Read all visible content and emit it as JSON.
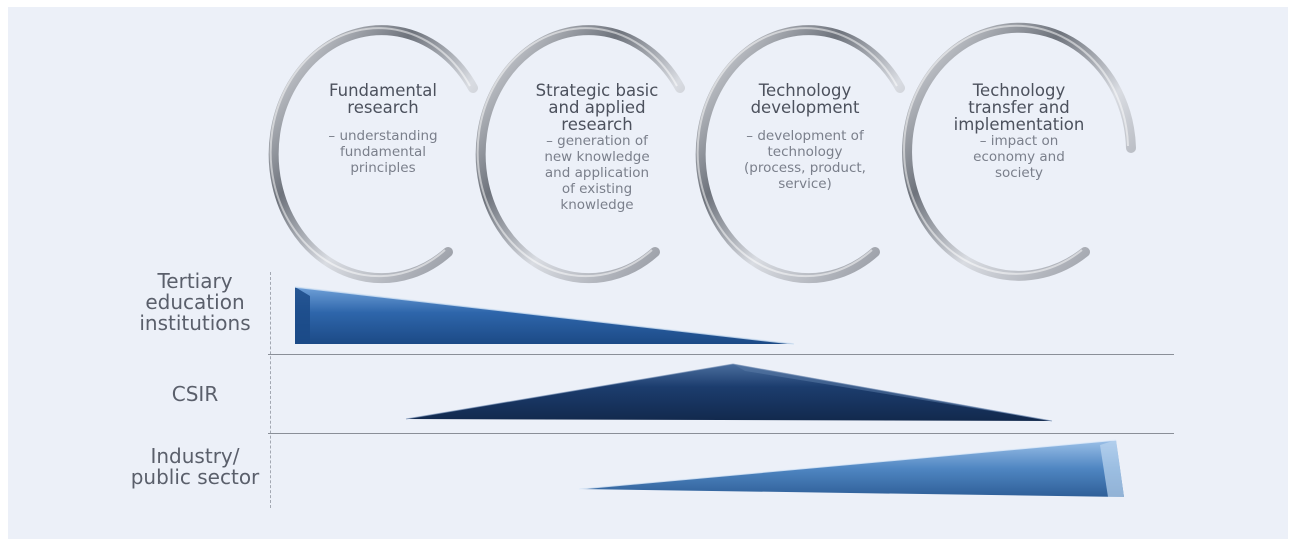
{
  "stages": [
    {
      "title": "Fundamental research",
      "title_lines": [
        "Fundamental",
        "research"
      ],
      "description_lines": [
        "– understanding",
        "fundamental",
        "principles"
      ]
    },
    {
      "title": "Strategic basic and applied research",
      "title_lines": [
        "Strategic basic",
        "and applied",
        "research"
      ],
      "description_lines": [
        "– generation of",
        "new knowledge",
        "and application",
        "of existing",
        "knowledge"
      ]
    },
    {
      "title": "Technology development",
      "title_lines": [
        "Technology",
        "development"
      ],
      "description_lines": [
        "– development of",
        "technology",
        "(process, product,",
        "service)"
      ]
    },
    {
      "title": "Technology transfer and implementation",
      "title_lines": [
        "Technology",
        "transfer and",
        "implementation"
      ],
      "description_lines": [
        "– impact on",
        "economy and",
        "society"
      ]
    }
  ],
  "sectors": [
    {
      "label_lines": [
        "Tertiary",
        "education",
        "institutions"
      ],
      "color": "#2e66ab",
      "peak": "start"
    },
    {
      "label_lines": [
        "CSIR"
      ],
      "color": "#1c3d6e",
      "peak": "middle"
    },
    {
      "label_lines": [
        "Industry/",
        "public sector"
      ],
      "color": "#4f86c2",
      "peak": "end"
    }
  ],
  "colors": {
    "background": "#ecf0f8",
    "ring": "#9a9ea6",
    "text": "#5a5f6b",
    "divider": "#8a8f98"
  }
}
